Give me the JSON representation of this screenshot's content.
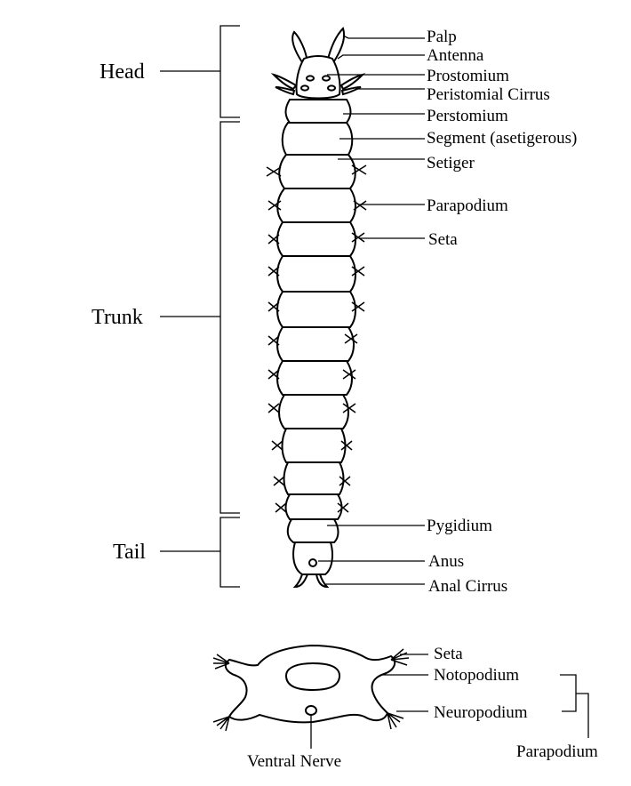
{
  "regions": {
    "head": "Head",
    "trunk": "Trunk",
    "tail": "Tail"
  },
  "worm_labels": {
    "palp": "Palp",
    "antenna": "Antenna",
    "prostomium": "Prostomium",
    "peristomial_cirrus": "Peristomial Cirrus",
    "perstomium": "Perstomium",
    "segment": "Segment (asetigerous)",
    "setiger": "Setiger",
    "parapodium": "Parapodium",
    "seta": "Seta",
    "pygidium": "Pygidium",
    "anus": "Anus",
    "anal_cirrus": "Anal Cirrus"
  },
  "cross_section_labels": {
    "seta": "Seta",
    "notopodium": "Notopodium",
    "neuropodium": "Neuropodium",
    "parapodium": "Parapodium",
    "ventral_nerve": "Ventral Nerve"
  }
}
